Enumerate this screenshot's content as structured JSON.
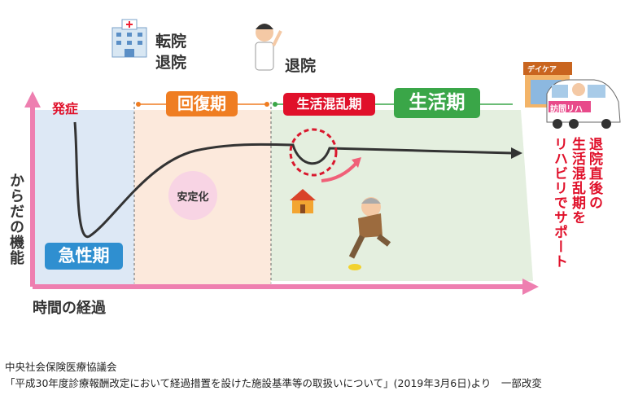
{
  "top": {
    "transfer_label": "転院",
    "discharge_label_1": "退院",
    "discharge_label_2": "退院"
  },
  "phases": {
    "onset": "発症",
    "acute": "急性期",
    "recovery": "回復期",
    "confusion": "生活混乱期",
    "life": "生活期",
    "stabilization": "安定化"
  },
  "axes": {
    "y_label": "からだの機能",
    "x_label": "時間の経過"
  },
  "facility": {
    "daycare_sign": "デイケア",
    "van_sign": "訪問リハ"
  },
  "callout": {
    "line1": "退院直後の",
    "line2": "生活混乱期を",
    "line3a": "リハビリで",
    "line3b": "サポート"
  },
  "source": {
    "org": "中央社会保険医療協議会",
    "citation": "「平成30年度診療報酬改定において経過措置を設けた施設基準等の取扱いについて」(2019年3月6日)より　一部改変"
  },
  "colors": {
    "acute": "#2f8fd0",
    "recovery": "#ef7d22",
    "confusion": "#e0102a",
    "life": "#3aa648",
    "axis": "#ee7fb0"
  }
}
